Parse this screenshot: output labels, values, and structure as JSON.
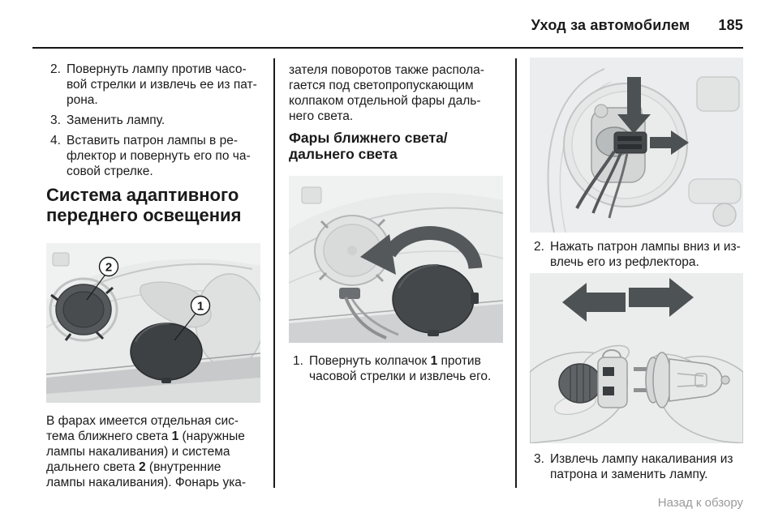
{
  "header": {
    "title": "Уход за автомобилем",
    "page_number": "185"
  },
  "col1": {
    "steps": [
      {
        "num": "2.",
        "text": "Повернуть лампу против часо-\nвой стрелки и извлечь ее из пат-\nрона."
      },
      {
        "num": "3.",
        "text": "Заменить лампу."
      },
      {
        "num": "4.",
        "text": "Вставить патрон лампы в ре-\nфлектор и повернуть его по ча-\nсовой стрелке."
      }
    ],
    "heading": "Система адаптивного\nпереднего освещения",
    "paragraph_parts": [
      "В фарах имеется отдельная сис-\nтема ближнего света ",
      "1",
      " (наружные\nлампы накаливания) и система\nдальнего света ",
      "2",
      " (внутренние\nлампы накаливания). Фонарь ука-"
    ]
  },
  "col2": {
    "paragraph": "зателя поворотов также распола-\nгается под светопропускающим\nколпаком отдельной фары даль-\nнего света.",
    "heading": "Фары ближнего света/\nдальнего света",
    "step": {
      "num": "1.",
      "parts": [
        "Повернуть колпачок ",
        "1",
        " против\nчасовой стрелки и извлечь его."
      ]
    }
  },
  "col3": {
    "steps": [
      {
        "num": "2.",
        "text": "Нажать патрон лампы вниз и из-\nвлечь его из рефлектора."
      },
      {
        "num": "3.",
        "text": "Извлечь лампу накаливания из\nпатрона и заменить лампу."
      }
    ],
    "back_link": "Назад к обзору"
  },
  "figures": {
    "figure1": {
      "callout_1": "1",
      "callout_2": "2"
    }
  },
  "colors": {
    "text": "#1a1a1a",
    "link_gray": "#9a9a9a",
    "figure_bg": "#e9eaea",
    "dark_part": "#45494b",
    "arrow": "#4d5254"
  }
}
